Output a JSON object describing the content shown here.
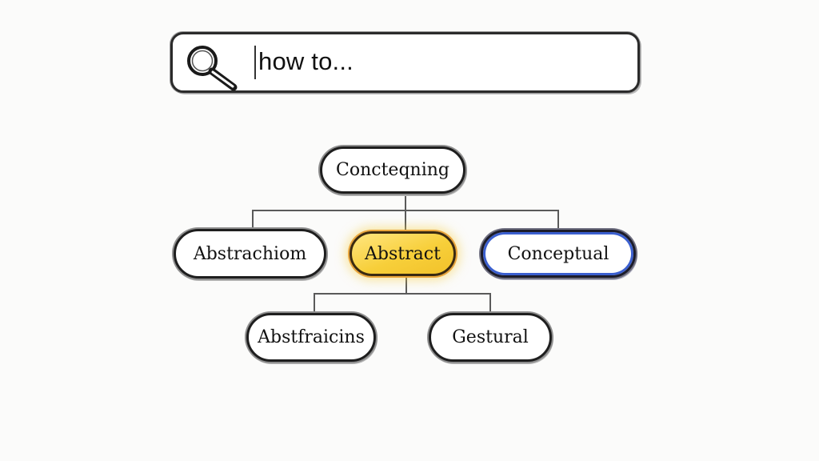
{
  "search": {
    "value": "how to...",
    "icon": "search-icon"
  },
  "diagram": {
    "root": {
      "label": "Concteqning"
    },
    "level2": [
      {
        "label": "Abstrachiom",
        "highlight": "none"
      },
      {
        "label": "Abstract",
        "highlight": "yellow"
      },
      {
        "label": "Conceptual",
        "highlight": "blue"
      }
    ],
    "level3": [
      {
        "label": "Abstfraicins"
      },
      {
        "label": "Gestural"
      }
    ]
  },
  "colors": {
    "ink": "#1e1e1e",
    "highlight_yellow": "#f7cf3a",
    "highlight_blue": "#3b5fcf",
    "background": "#fbfbfa"
  }
}
